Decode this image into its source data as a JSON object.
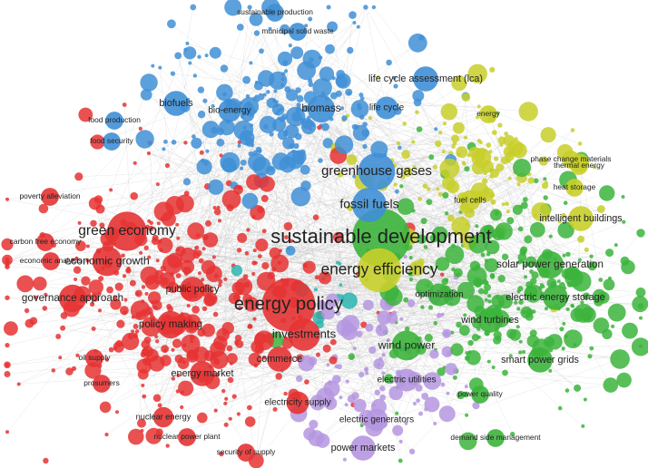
{
  "colors": {
    "red": "#e63333",
    "blue": "#3f8fd6",
    "green": "#3cb43c",
    "yellow": "#c8cf2a",
    "purple": "#b596e0",
    "teal": "#2bb5b0",
    "background": "#ffffff"
  },
  "map": {
    "labels": [
      {
        "text": "sustainable development",
        "cluster": "green",
        "weight": 1.0
      },
      {
        "text": "energy policy",
        "cluster": "red",
        "weight": 0.9
      },
      {
        "text": "energy efficiency",
        "cluster": "yellow",
        "weight": 0.7
      },
      {
        "text": "green economy",
        "cluster": "red",
        "weight": 0.6
      },
      {
        "text": "greenhouse gases",
        "cluster": "blue",
        "weight": 0.55
      },
      {
        "text": "fossil fuels",
        "cluster": "blue",
        "weight": 0.5
      },
      {
        "text": "investments",
        "cluster": "red",
        "weight": 0.45
      },
      {
        "text": "economic growth",
        "cluster": "red",
        "weight": 0.4
      },
      {
        "text": "governance approach",
        "cluster": "red",
        "weight": 0.35
      },
      {
        "text": "policy making",
        "cluster": "red",
        "weight": 0.35
      },
      {
        "text": "energy market",
        "cluster": "red",
        "weight": 0.3
      },
      {
        "text": "public policy",
        "cluster": "red",
        "weight": 0.3
      },
      {
        "text": "commerce",
        "cluster": "red",
        "weight": 0.3
      },
      {
        "text": "wind power",
        "cluster": "green",
        "weight": 0.4
      },
      {
        "text": "solar power generation",
        "cluster": "green",
        "weight": 0.35
      },
      {
        "text": "smart power grids",
        "cluster": "green",
        "weight": 0.3
      },
      {
        "text": "electric energy storage",
        "cluster": "green",
        "weight": 0.3
      },
      {
        "text": "wind turbines",
        "cluster": "green",
        "weight": 0.3
      },
      {
        "text": "optimization",
        "cluster": "green",
        "weight": 0.25
      },
      {
        "text": "intelligent buildings",
        "cluster": "yellow",
        "weight": 0.3
      },
      {
        "text": "life cycle assessment (lca)",
        "cluster": "blue",
        "weight": 0.3
      },
      {
        "text": "biomass",
        "cluster": "blue",
        "weight": 0.35
      },
      {
        "text": "biofuels",
        "cluster": "blue",
        "weight": 0.3
      },
      {
        "text": "bio-energy",
        "cluster": "blue",
        "weight": 0.25
      },
      {
        "text": "life cycle",
        "cluster": "blue",
        "weight": 0.25
      },
      {
        "text": "power markets",
        "cluster": "purple",
        "weight": 0.3
      },
      {
        "text": "electric generators",
        "cluster": "purple",
        "weight": 0.25
      },
      {
        "text": "electric utilities",
        "cluster": "purple",
        "weight": 0.25
      },
      {
        "text": "electricity supply",
        "cluster": "red",
        "weight": 0.25
      },
      {
        "text": "nuclear energy",
        "cluster": "red",
        "weight": 0.2
      },
      {
        "text": "carbon free economy",
        "cluster": "red",
        "weight": 0.15
      },
      {
        "text": "poverty alleviation",
        "cluster": "red",
        "weight": 0.15
      },
      {
        "text": "economic analysis",
        "cluster": "red",
        "weight": 0.15
      },
      {
        "text": "food security",
        "cluster": "blue",
        "weight": 0.15
      },
      {
        "text": "food production",
        "cluster": "blue",
        "weight": 0.15
      },
      {
        "text": "sustainable production",
        "cluster": "blue",
        "weight": 0.15
      },
      {
        "text": "municipal solid waste",
        "cluster": "blue",
        "weight": 0.15
      },
      {
        "text": "phase change materials",
        "cluster": "yellow",
        "weight": 0.15
      },
      {
        "text": "thermal energy",
        "cluster": "yellow",
        "weight": 0.15
      },
      {
        "text": "heat storage",
        "cluster": "yellow",
        "weight": 0.15
      },
      {
        "text": "fuel cells",
        "cluster": "yellow",
        "weight": 0.2
      },
      {
        "text": "energy",
        "cluster": "yellow",
        "weight": 0.15
      },
      {
        "text": "demand side management",
        "cluster": "green",
        "weight": 0.15
      },
      {
        "text": "power quality",
        "cluster": "green",
        "weight": 0.15
      },
      {
        "text": "security of supply",
        "cluster": "red",
        "weight": 0.15
      },
      {
        "text": "nuclear power plant",
        "cluster": "red",
        "weight": 0.15
      },
      {
        "text": "oil supply",
        "cluster": "red",
        "weight": 0.15
      },
      {
        "text": "prosumers",
        "cluster": "red",
        "weight": 0.15
      }
    ]
  }
}
